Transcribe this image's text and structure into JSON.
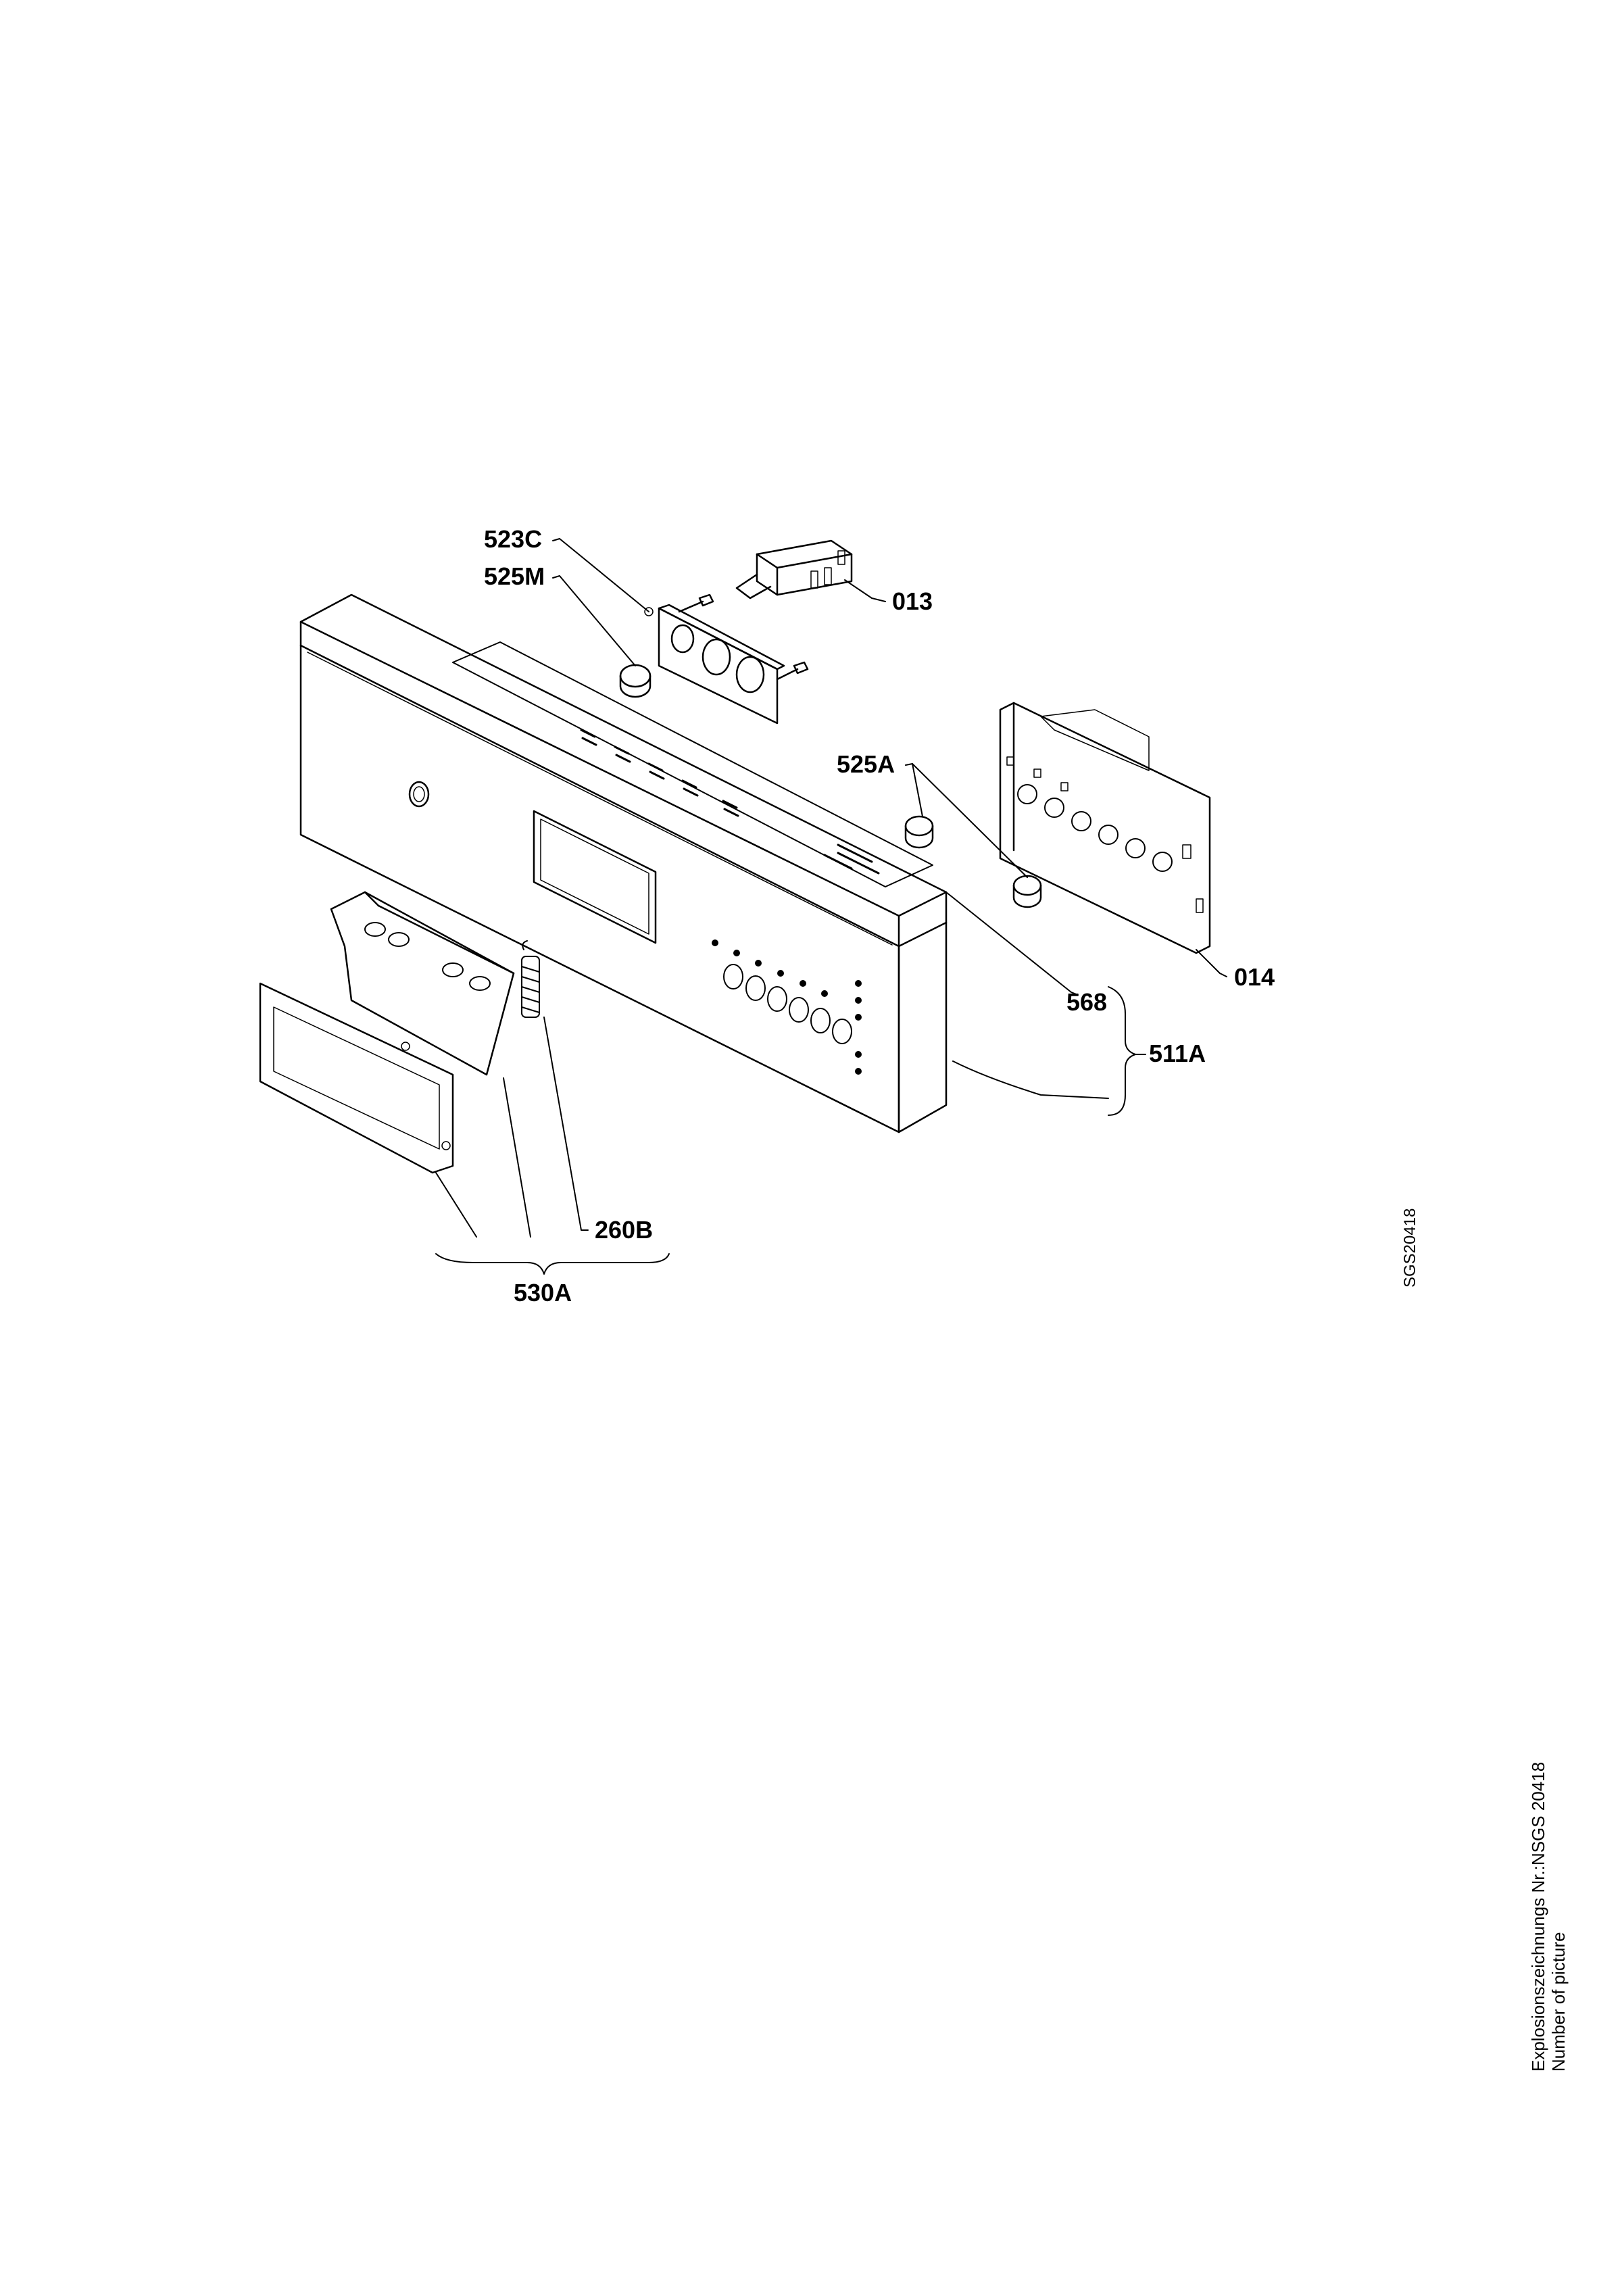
{
  "labels": {
    "l523C": "523C",
    "l525M": "525M",
    "l013": "013",
    "l525A": "525A",
    "l014": "014",
    "l568": "568",
    "l511A": "511A",
    "l260B": "260B",
    "l530A": "530A"
  },
  "side_code": "SGS20418",
  "footer": {
    "line1": "Explosionszeichnungs Nr.:NSGS 20418",
    "line2": "Number of picture"
  }
}
